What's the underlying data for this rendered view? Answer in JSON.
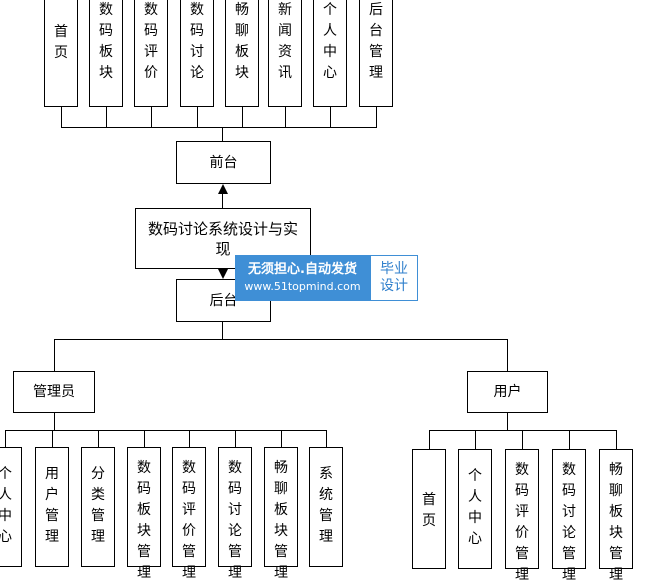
{
  "root": {
    "label": "数码讨论系统设计与实现"
  },
  "frontend": {
    "label": "前台",
    "modules": [
      "首页",
      "数码板块",
      "数码评价",
      "数码讨论",
      "畅聊板块",
      "新闻资讯",
      "个人中心",
      "后台管理"
    ]
  },
  "backend": {
    "label": "后台",
    "admin": {
      "label": "管理员",
      "modules": [
        "个人中心",
        "用户管理",
        "分类管理",
        "数码板块管理",
        "数码评价管理",
        "数码讨论管理",
        "畅聊板块管理",
        "系统管理"
      ]
    },
    "user": {
      "label": "用户",
      "modules": [
        "首页",
        "个人中心",
        "数码评价管理",
        "数码讨论管理",
        "畅聊板块管理"
      ]
    }
  },
  "watermark": {
    "line1": "无须担心.自动发货",
    "line2": "www.51topmind.com",
    "tag_line1": "毕业",
    "tag_line2": "设计"
  }
}
